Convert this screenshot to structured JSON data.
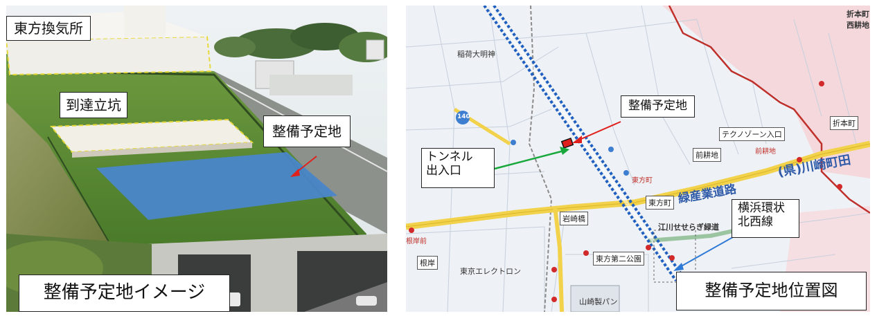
{
  "left_panel": {
    "labels": {
      "ventilation": "東方換気所",
      "shaft": "到達立坑",
      "site": "整備予定地",
      "caption": "整備予定地イメージ"
    }
  },
  "right_panel": {
    "labels": {
      "site": "整備予定地",
      "tunnel": "トンネル\n出入口",
      "route": "横浜環状\n北西線",
      "caption": "整備予定地位置図"
    },
    "map_text": {
      "road_prefecture": "(県)川崎町田",
      "road_green": "緑産業道路",
      "techno_zone": "テクノゾーン入口",
      "orimoto_cho": "折本町",
      "orimoto_west": "折本町\n西耕地",
      "maekochi": "前耕地",
      "maekochi_small": "前耕地",
      "higashikata_cho": "東方町",
      "higashikata_cho_red": "東方町",
      "iwasakibashi": "岩崎橋",
      "negishi": "根岸",
      "negishi_mae": "根岸前",
      "edagawa_path": "江川せせらぎ緑道",
      "higashikata_park": "東方第二公園",
      "tokyo_electron": "東京エレクトロン",
      "yamazaki": "山崎製パン",
      "shrine": "稲荷大明神",
      "route_number": "140"
    },
    "colors": {
      "route": "#1f5fbf",
      "site_marker": "#e0201c",
      "tunnel_arrow": "#18a83c",
      "site_arrow": "#e0201c",
      "route_arrow": "#2f7ad6",
      "road_yellow": "#f2d24a"
    }
  },
  "left_colors": {
    "site_area": "#4a86c9",
    "arrow": "#e0201c",
    "outline": "#e7d93a"
  }
}
